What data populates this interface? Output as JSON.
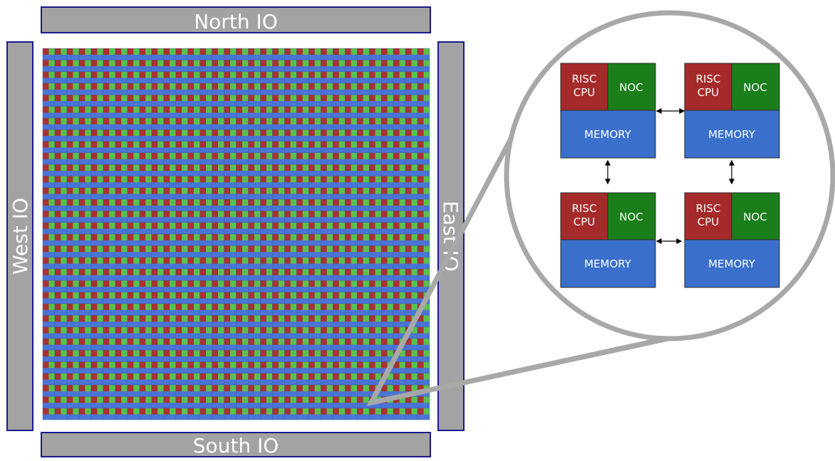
{
  "io": {
    "north": "North IO",
    "south": "South IO",
    "west": "West IO",
    "east": "East IO"
  },
  "grid": {
    "rows": 32,
    "cols": 32
  },
  "tile": {
    "cpu_line1": "RISC",
    "cpu_line2": "CPU",
    "noc": "NOC",
    "memory": "MEMORY"
  },
  "colors": {
    "io_fill": "#a3a3a3",
    "io_border": "#1a1a8c",
    "cpu": "#a52a2a",
    "noc": "#1a7f1a",
    "memory": "#3a6fcb",
    "grid_cpu": "#a83232",
    "grid_noc": "#5bc04c",
    "grid_mem": "#4a74d6",
    "zoom": "#a8a8a8"
  }
}
